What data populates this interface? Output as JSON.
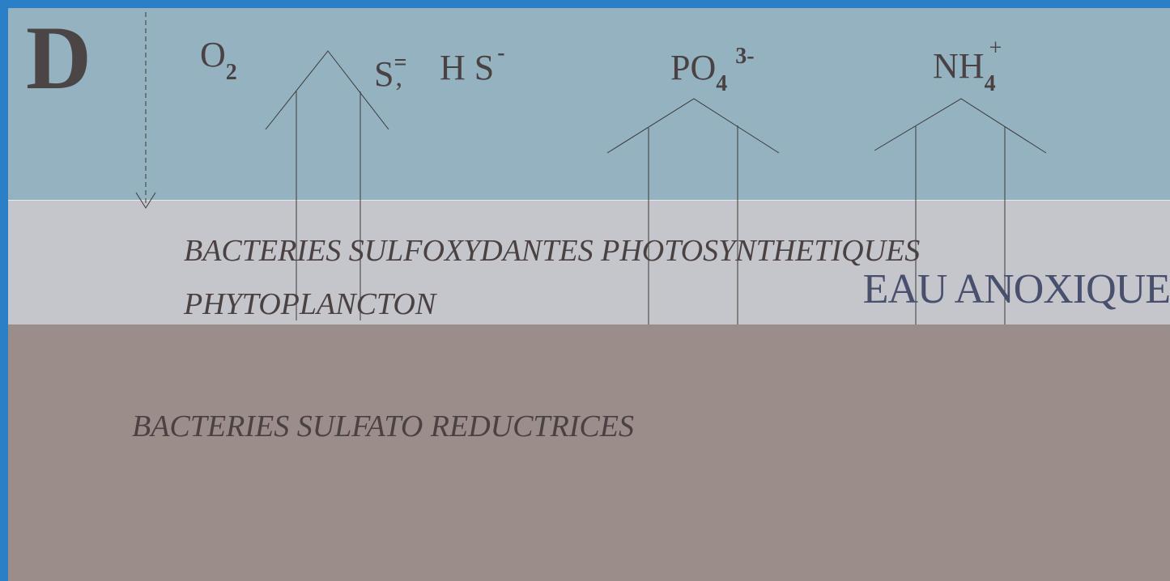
{
  "panel": {
    "letter": "D"
  },
  "species": {
    "oxygen": {
      "base": "O",
      "sub": "2"
    },
    "sulfide": {
      "base": "S",
      "sup": "=",
      "sep": ",",
      "second": "H S",
      "second_sup": "-"
    },
    "phosphate": {
      "base": "PO",
      "sub": "4",
      "sup": "3-"
    },
    "ammonium": {
      "base": "NH",
      "sub": "4",
      "sup": "+"
    }
  },
  "layers": {
    "bacteria_photosynthetic": "BACTERIES SULFOXYDANTES PHOTOSYNTHETIQUES",
    "phytoplankton": "PHYTOPLANCTON",
    "anoxic_water": "EAU ANOXIQUE",
    "sulfate_reducers": "BACTERIES SULFATO REDUCTRICES"
  },
  "colors": {
    "water": "#95b2c1",
    "bacterial_layer": "#c5c6cb",
    "sediment": "#9b8d8a",
    "frame": "#2a7fc7",
    "text": "#4a4242",
    "anoxic_label": "#48506e"
  }
}
